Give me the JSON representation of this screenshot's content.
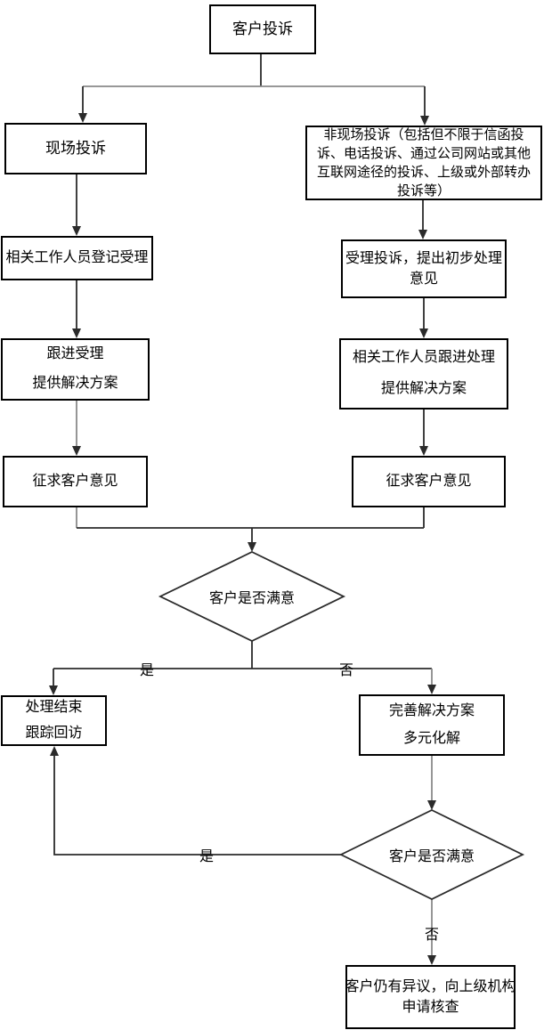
{
  "colors": {
    "line": "#2b2b2b",
    "line_secondary": "#8a8a8a",
    "node_border": "#000000",
    "node_fill": "#ffffff",
    "text": "#000000",
    "background": "#ffffff"
  },
  "nodes": {
    "start": {
      "lines": [
        "客户投诉"
      ]
    },
    "onsite": {
      "lines": [
        "现场投诉"
      ]
    },
    "offsite": {
      "lines": [
        "非现场投诉（包括但不限于信函投",
        "诉、电话投诉、通过公司网站或其他",
        "互联网途径的投诉、上级或外部转办",
        "投诉等）"
      ]
    },
    "register": {
      "lines": [
        "相关工作人员登记受理"
      ]
    },
    "follow_onsite": {
      "lines": [
        "跟进受理",
        "提供解决方案"
      ]
    },
    "initial_opinion": {
      "lines": [
        "受理投诉，提出初步处理",
        "意见"
      ]
    },
    "follow_offsite": {
      "lines": [
        "相关工作人员跟进处理",
        "提供解决方案"
      ]
    },
    "ask_left": {
      "lines": [
        "征求客户意见"
      ]
    },
    "ask_right": {
      "lines": [
        "征求客户意见"
      ]
    },
    "decision1": {
      "lines": [
        "客户是否满意"
      ]
    },
    "finish": {
      "lines": [
        "处理结束",
        "跟踪回访"
      ]
    },
    "improve": {
      "lines": [
        "完善解决方案",
        "多元化解"
      ]
    },
    "decision2": {
      "lines": [
        "客户是否满意"
      ]
    },
    "escalate": {
      "lines": [
        "客户仍有异议，向上级机构",
        "申请核查"
      ]
    }
  },
  "edge_labels": {
    "yes1": "是",
    "no1": "否",
    "yes2": "是",
    "no2": "否"
  }
}
